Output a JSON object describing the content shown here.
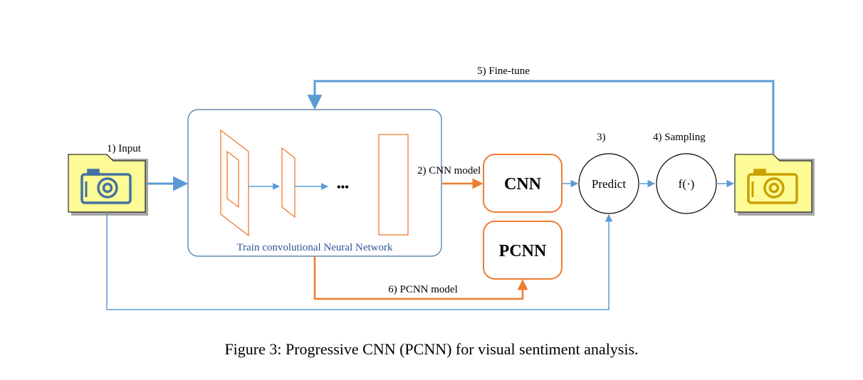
{
  "labels": {
    "input": "1) Input",
    "cnn_model": "2) CNN model",
    "predict_step": "3)",
    "sampling": "4) Sampling",
    "fine_tune": "5) Fine-tune",
    "pcnn_model": "6) PCNN model",
    "train_box": "Train convolutional Neural Network",
    "cnn_box": "CNN",
    "pcnn_box": "PCNN",
    "predict_node": "Predict",
    "func_node": "f(·)",
    "ellipsis": "•••"
  },
  "caption": "Figure 3: Progressive CNN (PCNN) for visual sentiment analysis.",
  "colors": {
    "blue": "#5b9bd5",
    "dark_blue": "#2f5597",
    "orange": "#ed7d31",
    "folder_yellow": "#fdfb96",
    "camera_blue": "#44719e",
    "camera_gold": "#c9a000",
    "shadow": "#a6a6a6"
  },
  "icons": {
    "input_image": "camera-folder-icon",
    "output_image": "camera-folder-icon"
  }
}
